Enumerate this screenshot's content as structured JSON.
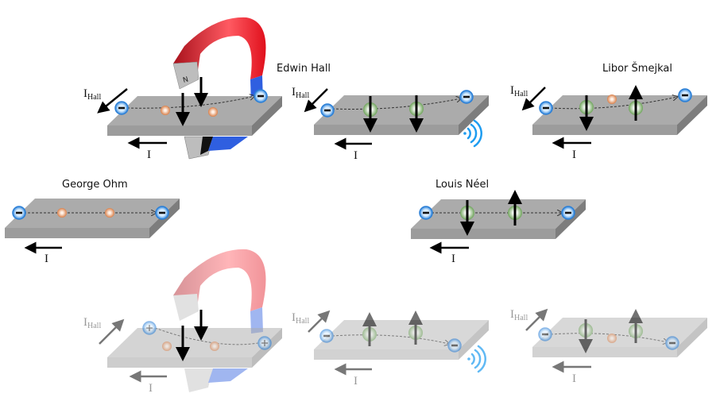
{
  "labels": {
    "edwin_hall": "Edwin Hall",
    "libor_smejkal": "Libor Šmejkal",
    "george_ohm": "George Ohm",
    "louis_neel": "Louis Néel",
    "current": "I",
    "hall_current": "I",
    "hall_subscript": "Hall",
    "magnet_pole": "N"
  },
  "colors": {
    "slab": "#a9a9a9",
    "electron": "#3d8fe0",
    "hole": "#e59a6a",
    "spin_site": "#8fbf7a",
    "magnet_red": "#d81e2a",
    "magnet_blue": "#2f5fe0",
    "signal": "#1e9cf0"
  }
}
